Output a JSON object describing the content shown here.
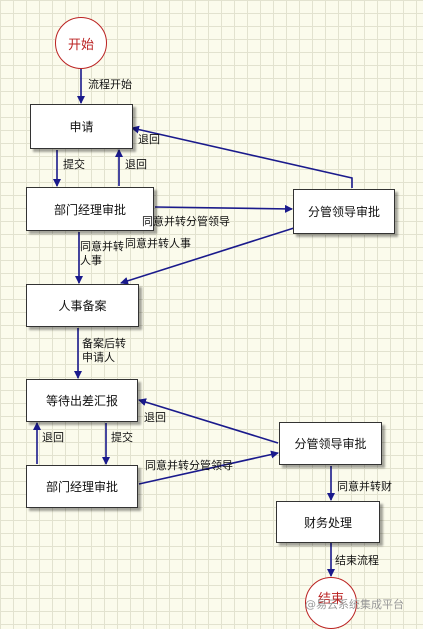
{
  "nodes": {
    "start": "开始",
    "apply": "申请",
    "dept_approve_1": "部门经理审批",
    "branch_approve_1": "分管领导审批",
    "hr_record": "人事备案",
    "wait_report": "等待出差汇报",
    "dept_approve_2": "部门经理审批",
    "branch_approve_2": "分管领导审批",
    "finance": "财务处理",
    "end": "结束"
  },
  "labels": {
    "flow_start": "流程开始",
    "submit_1": "提交",
    "return_1": "退回",
    "return_branch_1": "退回",
    "to_branch_1": "同意并转分管领导",
    "agree_to_hr_a": "同意并转",
    "agree_to_hr_b": "人事",
    "branch_to_hr": "同意并转人事",
    "after_record_a": "备案后转",
    "after_record_b": "申请人",
    "return_2": "退回",
    "submit_2": "提交",
    "return_branch_2": "退回",
    "to_branch_2": "同意并转分管领导",
    "to_finance": "同意并转财",
    "end_flow": "结束流程"
  },
  "watermark": "@易云系统集成平台",
  "colors": {
    "line": "#1a1a8c",
    "circle_border": "#b22222"
  }
}
